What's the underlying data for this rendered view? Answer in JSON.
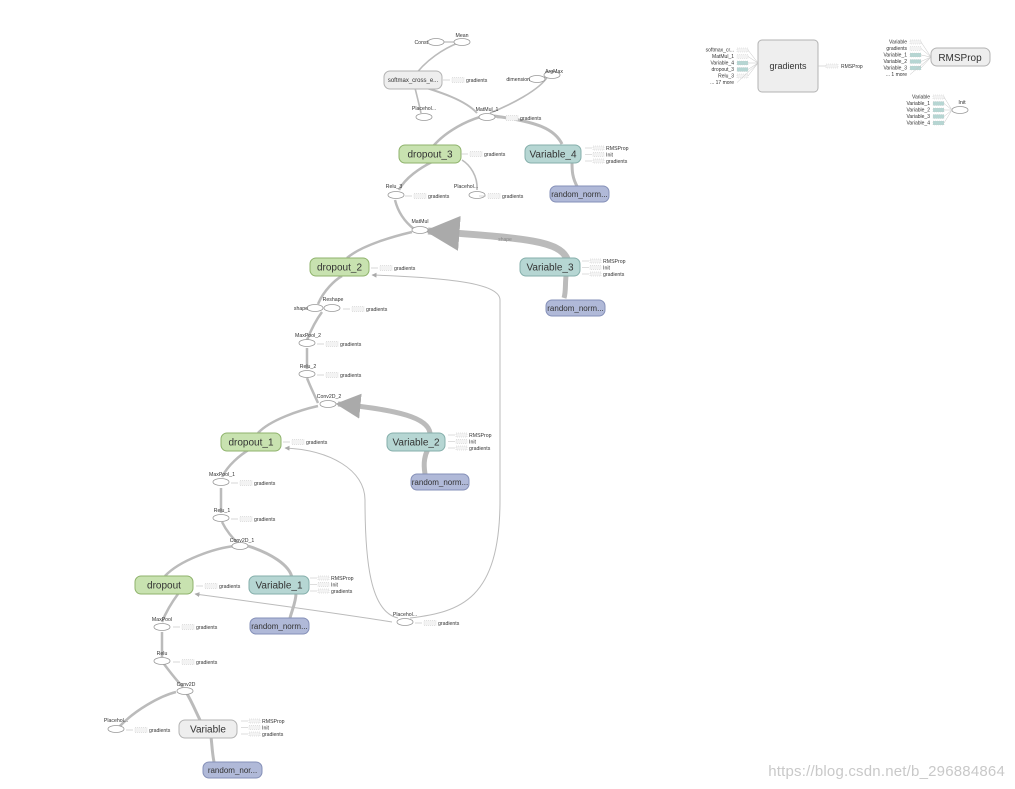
{
  "colors": {
    "green_fill": "#c8e2b0",
    "green_stroke": "#8fb36c",
    "teal_fill": "#b6d6d3",
    "teal_stroke": "#85afab",
    "blue_fill": "#b0b9d8",
    "blue_stroke": "#8590b8",
    "gray_fill": "#eeeeee",
    "gray_stroke": "#b3b3b3",
    "edge": "#bbbbbb",
    "text": "#333333"
  },
  "nodes": {
    "Mean": "Mean",
    "Const": "Const",
    "softmax_cross": "softmax_cross_e...",
    "ArgMax": "ArgMax",
    "dimension": "dimension",
    "Placeholder_top": "Placehol...",
    "MatMul_1": "MatMul_1",
    "dropout_3": "dropout_3",
    "Variable_4": "Variable_4",
    "random_norm_4": "random_norm...",
    "Relu_3": "Relu_3",
    "Placeholder_mid": "Placehol...",
    "MatMul": "MatMul",
    "dropout_2": "dropout_2",
    "Variable_3": "Variable_3",
    "random_norm_3": "random_norm...",
    "Reshape": "Reshape",
    "shape": "shape",
    "MaxPool_2": "MaxPool_2",
    "Relu_2": "Relu_2",
    "Conv2D_2": "Conv2D_2",
    "dropout_1": "dropout_1",
    "Variable_2": "Variable_2",
    "random_norm_2": "random_norm...",
    "MaxPool_1": "MaxPool_1",
    "Relu_1": "Relu_1",
    "Conv2D_1": "Conv2D_1",
    "dropout": "dropout",
    "Variable_1": "Variable_1",
    "random_norm_1": "random_norm...",
    "Placeholder_keep": "Placehol...",
    "MaxPool": "MaxPool",
    "Relu": "Relu",
    "Conv2D": "Conv2D",
    "Placeholder_in": "Placehol...",
    "Variable": "Variable",
    "random_nor": "random_nor..."
  },
  "aux": {
    "gradients": "gradients",
    "RMSProp": "RMSProp",
    "Init": "Init"
  },
  "edge_labels": {
    "shape_edge": "shape"
  },
  "gradients_panel": {
    "title": "gradients",
    "inputs": [
      "softmax_cr...",
      "MatMul_1",
      "Variable_4",
      "dropout_3",
      "Relu_3",
      "... 17 more"
    ],
    "output": "RMSProp"
  },
  "rmsprop_panel": {
    "title": "RMSProp",
    "inputs": [
      "Variable",
      "gradients",
      "Variable_1",
      "Variable_2",
      "Variable_3",
      "... 1 more"
    ]
  },
  "init_panel": {
    "title": "Init",
    "inputs": [
      "Variable",
      "Variable_1",
      "Variable_2",
      "Variable_3",
      "Variable_4"
    ]
  },
  "watermark": "https://blog.csdn.net/b_296884864"
}
